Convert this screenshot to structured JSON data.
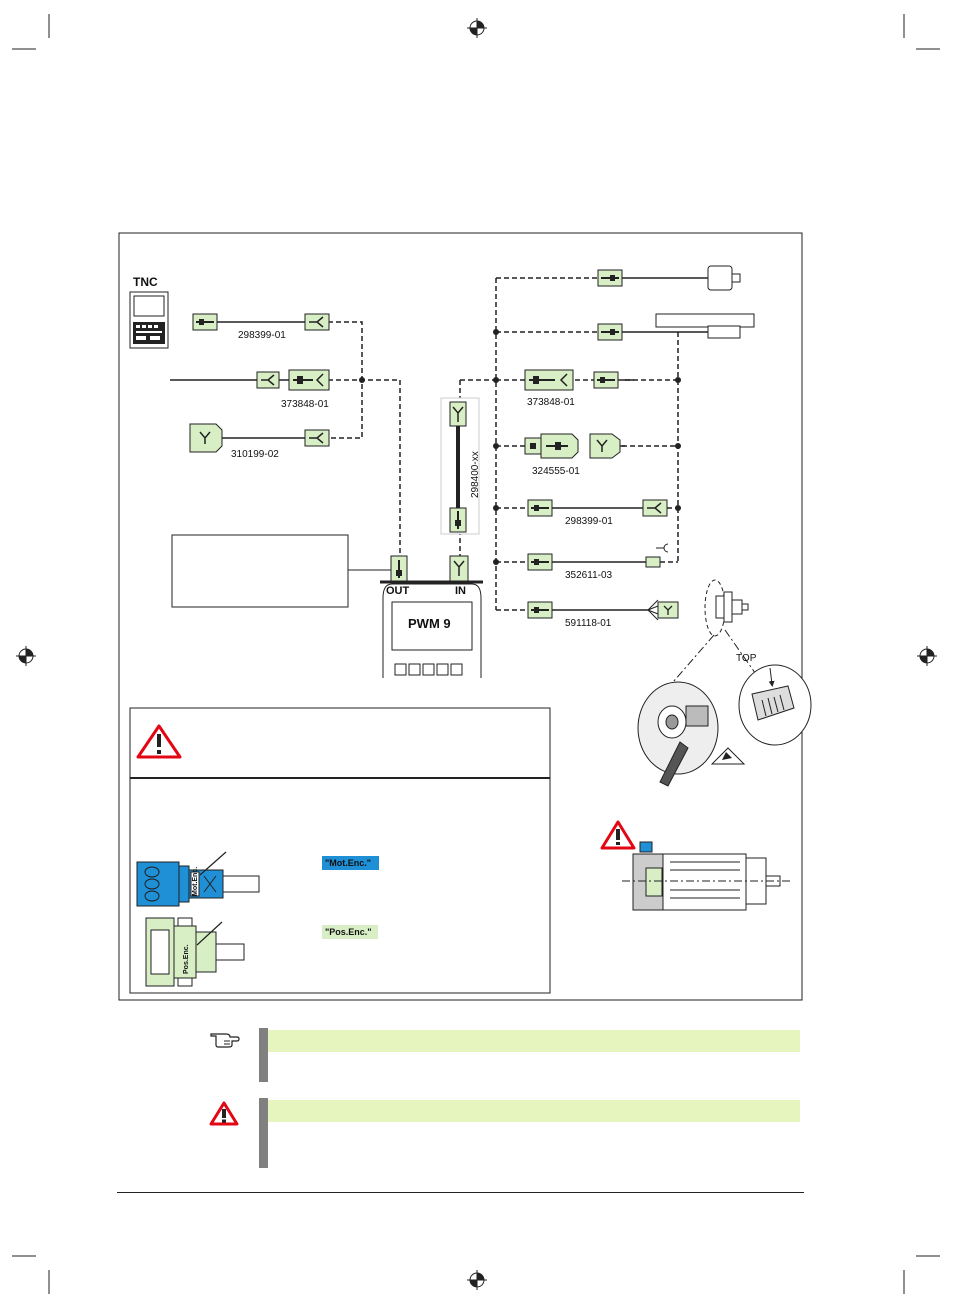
{
  "diagram": {
    "tnc_label": "TNC",
    "pwm_label": "PWM 9",
    "port_out": "OUT",
    "port_in": "IN",
    "cable_vertical": "298400-xx",
    "left_parts": [
      "298399-01",
      "373848-01",
      "310199-02"
    ],
    "right_parts": [
      "373848-01",
      "324555-01",
      "298399-01",
      "352611-03",
      "591118-01"
    ],
    "top_label": "TOP",
    "tag_mot": "\"Mot.Enc.\"",
    "tag_pos": "\"Pos.Enc.\"",
    "conn_text_mot": "Mot.Enc.",
    "conn_text_pos": "Pos.Enc."
  },
  "colors": {
    "connector_fill": "#d8efc6",
    "mot_enc_blue": "#1f8fd6",
    "tag_mot_bg": "#1f8fd6",
    "tag_pos_bg": "#d8efc6",
    "warning_red": "#e30613",
    "note_band": "#e6f5be",
    "note_bar": "#808080"
  },
  "icons": [
    "hand-pointing-icon",
    "warning-triangle-icon",
    "esd-warning-icon",
    "registration-mark-icon"
  ]
}
